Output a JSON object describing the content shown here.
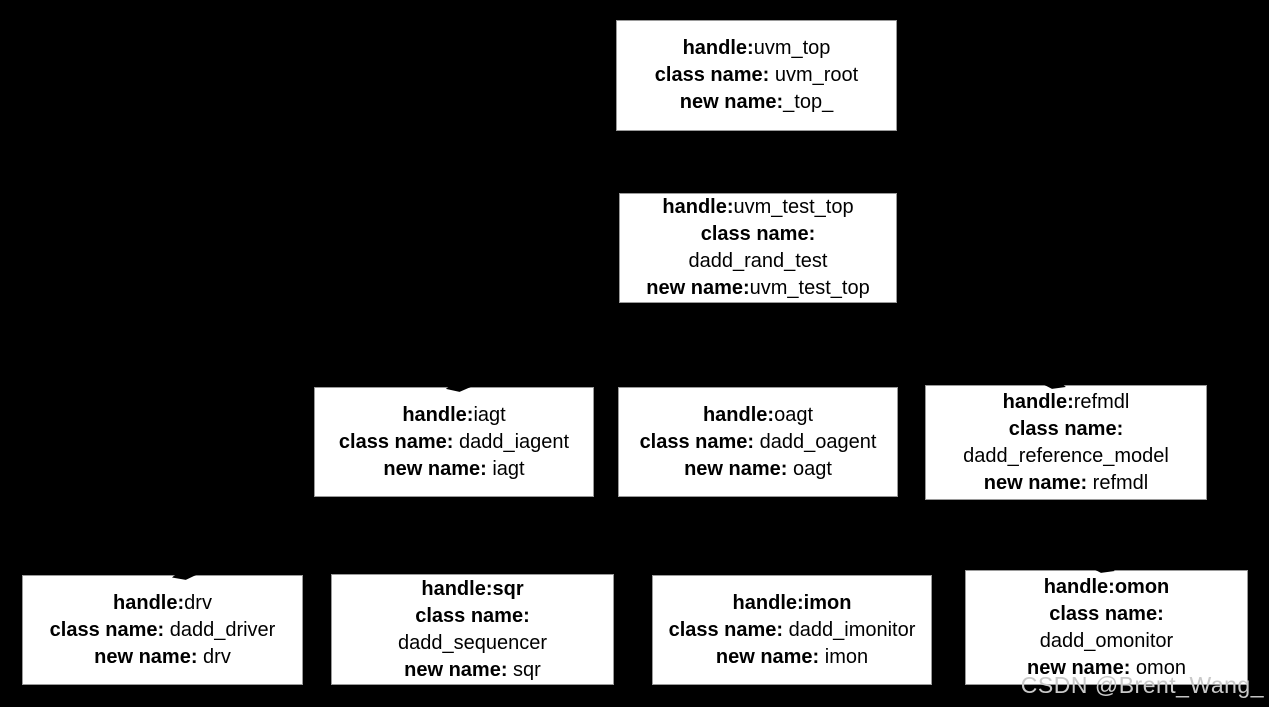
{
  "page": {
    "background_color": "#000000",
    "node_fill_color": "#ffffff",
    "node_border_color": "#9a9a9a",
    "text_color": "#000000",
    "watermark": "CSDN @Brent_Wang_",
    "watermark_color": "#c9c9c9"
  },
  "diagram": {
    "description": "UVM component hierarchy tree of white boxes on black background; black connector arrows are invisible against the background except small arrowhead tips overlapping box tops",
    "nodes": [
      {
        "id": "uvm_top",
        "lines": [
          {
            "b": "handle:",
            "r": "uvm_top"
          },
          {
            "b": "class name:",
            "r": " uvm_root"
          },
          {
            "b": "new name:",
            "r": "_top_"
          }
        ]
      },
      {
        "id": "uvm_test_top",
        "lines": [
          {
            "b": "handle:",
            "r": "uvm_test_top"
          },
          {
            "b": "class name:",
            "r": ""
          },
          {
            "b": "",
            "r": "dadd_rand_test"
          },
          {
            "b": "new name:",
            "r": "uvm_test_top"
          }
        ]
      },
      {
        "id": "iagt",
        "lines": [
          {
            "b": "handle:",
            "r": "iagt"
          },
          {
            "b": "class name:",
            "r": " dadd_iagent"
          },
          {
            "b": "new name:",
            "r": " iagt"
          }
        ]
      },
      {
        "id": "oagt",
        "lines": [
          {
            "b": "handle:",
            "r": "oagt"
          },
          {
            "b": "class name:",
            "r": " dadd_oagent"
          },
          {
            "b": "new name:",
            "r": " oagt"
          }
        ]
      },
      {
        "id": "refmdl",
        "lines": [
          {
            "b": "handle:",
            "r": "refmdl"
          },
          {
            "b": "class name:",
            "r": ""
          },
          {
            "b": "",
            "r": "dadd_reference_model"
          },
          {
            "b": "new name:",
            "r": " refmdl"
          }
        ]
      },
      {
        "id": "drv",
        "lines": [
          {
            "b": "handle:",
            "r": "drv"
          },
          {
            "b": "class name:",
            "r": " dadd_driver"
          },
          {
            "b": "new name:",
            "r": " drv"
          }
        ]
      },
      {
        "id": "sqr",
        "lines": [
          {
            "b": "handle:sqr",
            "r": ""
          },
          {
            "b": "class name:",
            "r": ""
          },
          {
            "b": "",
            "r": "dadd_sequencer"
          },
          {
            "b": "new name:",
            "r": " sqr"
          }
        ]
      },
      {
        "id": "imon",
        "lines": [
          {
            "b": "handle:imon",
            "r": ""
          },
          {
            "b": "class name:",
            "r": " dadd_imonitor"
          },
          {
            "b": "new name:",
            "r": " imon"
          }
        ]
      },
      {
        "id": "omon",
        "lines": [
          {
            "b": "handle:omon",
            "r": ""
          },
          {
            "b": "class name:",
            "r": ""
          },
          {
            "b": "",
            "r": "dadd_omonitor"
          },
          {
            "b": "new name:",
            "r": " omon"
          }
        ]
      }
    ]
  }
}
